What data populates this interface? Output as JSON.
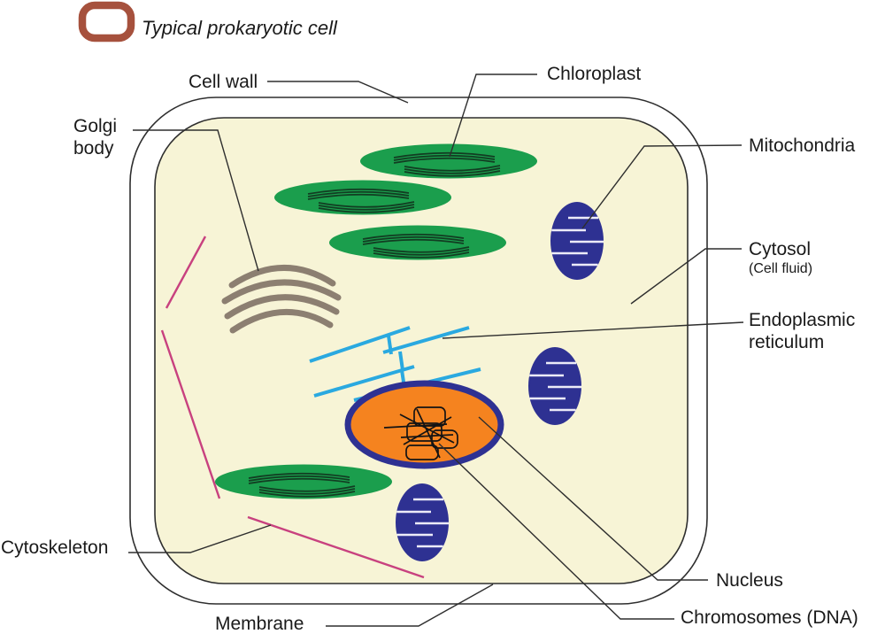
{
  "figure": {
    "legend_title": "Typical prokaryotic cell"
  },
  "labels": {
    "cell_wall": "Cell wall",
    "chloroplast": "Chloroplast",
    "golgi_body": "Golgi body",
    "mitochondria": "Mitochondria",
    "cytosol": "Cytosol",
    "cytosol_sub": "(Cell fluid)",
    "endoplasmic_reticulum": "Endoplasmic reticulum",
    "cytoskeleton": "Cytoskeleton",
    "nucleus": "Nucleus",
    "chromosomes": "Chromosomes (DNA)",
    "membrane": "Membrane"
  },
  "colors": {
    "chloroplast_green": "#1b9e4d",
    "thylakoid_dark": "#123d22",
    "mitochondria_navy": "#2e3192",
    "cristae_light": "#ecebf8",
    "nucleus_orange": "#f5831f",
    "nucleus_border": "#2e3192",
    "er_blue": "#2aa9e0",
    "golgi_gray": "#8c7f71",
    "cytoskeleton_pink": "#c8417f",
    "cell_fill": "#f7f4d6",
    "outline_dark": "#2e2e2e",
    "legend_icon_brown": "#a6513d",
    "text_color": "#1a1a1a"
  }
}
